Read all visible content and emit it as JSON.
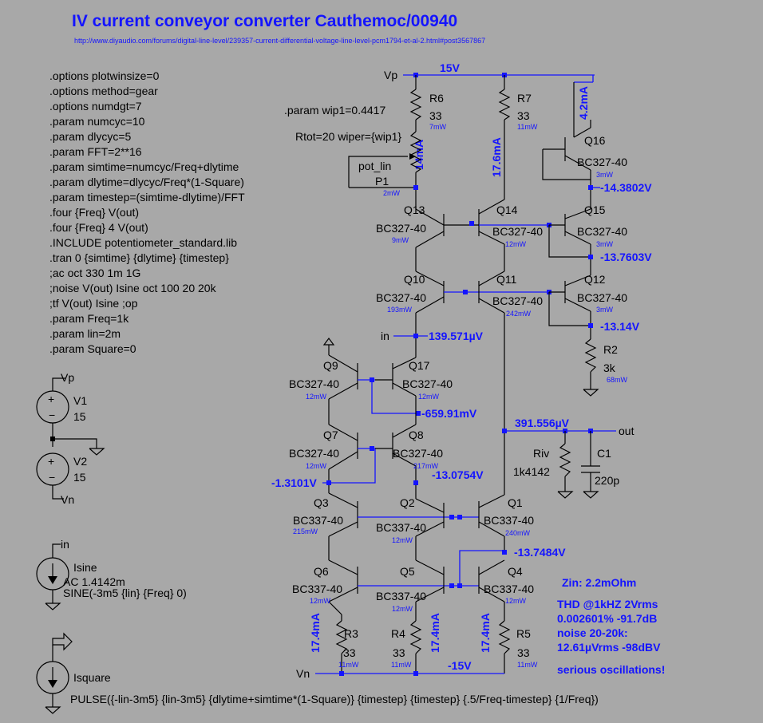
{
  "title": "IV current conveyor converter Cauthemoc/00940",
  "url": "http://www.diyaudio.com/forums/digital-line-level/239357-current-differential-voltage-line-level-pcm1794-et-al-2.html#post3567867",
  "directives": [
    ".options plotwinsize=0",
    ".options method=gear",
    ".options numdgt=7",
    ".param numcyc=10",
    ".param dlycyc=5",
    ".param FFT=2**16",
    ".param simtime=numcyc/Freq+dlytime",
    ".param dlytime=dlycyc/Freq*(1-Square)",
    ".param timestep=(simtime-dlytime)/FFT",
    ".four {Freq} V(out)",
    ".four {Freq} 4 V(out)",
    ".INCLUDE potentiometer_standard.lib",
    ".tran 0 {simtime} {dlytime} {timestep}",
    ";ac oct 330 1m 1G",
    ";noise V(out) Isine oct 100 20 20k",
    ";tf V(out) Isine                           ;op",
    ".param Freq=1k",
    ".param lin=2m",
    ".param Square=0"
  ],
  "pot_params": {
    "line1": ".param wip1=0.4417",
    "line2": "Rtot=20 wiper={wip1}",
    "name": "P1",
    "model": "pot_lin",
    "power": "2mW"
  },
  "nets": {
    "vp": "Vp",
    "vn": "Vn",
    "in": "in",
    "out": "out"
  },
  "rail_voltages": {
    "pos": "15V",
    "neg": "-15V"
  },
  "sources": {
    "v1": {
      "name": "V1",
      "value": "15"
    },
    "v2": {
      "name": "V2",
      "value": "15"
    },
    "isine": {
      "name": "Isine",
      "ac": "AC 1.4142m",
      "sine": "SINE(-3m5 {lin} {Freq} 0)"
    },
    "isquare": {
      "name": "Isquare",
      "pulse": "PULSE({-lin-3m5} {lin-3m5} {dlytime+simtime*(1-Square)} {timestep} {timestep} {.5/Freq-timestep} {1/Freq})"
    }
  },
  "transistors": [
    {
      "id": "q16",
      "name": "Q16",
      "model": "BC327-40",
      "power": "3mW"
    },
    {
      "id": "q13",
      "name": "Q13",
      "model": "BC327-40",
      "power": "9mW"
    },
    {
      "id": "q14",
      "name": "Q14",
      "model": "BC327-40",
      "power": "12mW"
    },
    {
      "id": "q15",
      "name": "Q15",
      "model": "BC327-40",
      "power": "3mW"
    },
    {
      "id": "q10",
      "name": "Q10",
      "model": "BC327-40",
      "power": "193mW"
    },
    {
      "id": "q11",
      "name": "Q11",
      "model": "BC327-40",
      "power": "242mW"
    },
    {
      "id": "q12",
      "name": "Q12",
      "model": "BC327-40",
      "power": "3mW"
    },
    {
      "id": "q9",
      "name": "Q9",
      "model": "BC327-40",
      "power": "12mW"
    },
    {
      "id": "q17",
      "name": "Q17",
      "model": "BC327-40",
      "power": "12mW"
    },
    {
      "id": "q7",
      "name": "Q7",
      "model": "BC327-40",
      "power": "12mW"
    },
    {
      "id": "q8",
      "name": "Q8",
      "model": "BC327-40",
      "power": "217mW"
    },
    {
      "id": "q3",
      "name": "Q3",
      "model": "BC337-40",
      "power": "215mW"
    },
    {
      "id": "q2",
      "name": "Q2",
      "model": "BC337-40",
      "power": "12mW"
    },
    {
      "id": "q1",
      "name": "Q1",
      "model": "BC337-40",
      "power": "240mW"
    },
    {
      "id": "q6",
      "name": "Q6",
      "model": "BC337-40",
      "power": "12mW"
    },
    {
      "id": "q5",
      "name": "Q5",
      "model": "BC337-40",
      "power": "12mW"
    },
    {
      "id": "q4",
      "name": "Q4",
      "model": "BC337-40",
      "power": "12mW"
    }
  ],
  "resistors": [
    {
      "id": "r6",
      "name": "R6",
      "value": "33",
      "power": "7mW"
    },
    {
      "id": "r7",
      "name": "R7",
      "value": "33",
      "power": "11mW"
    },
    {
      "id": "r2",
      "name": "R2",
      "value": "3k",
      "power": "68mW"
    },
    {
      "id": "riv",
      "name": "Riv",
      "value": "1k4142",
      "power": ""
    },
    {
      "id": "r3",
      "name": "R3",
      "value": "33",
      "power": "11mW"
    },
    {
      "id": "r4",
      "name": "R4",
      "value": "33",
      "power": "11mW"
    },
    {
      "id": "r5",
      "name": "R5",
      "value": "33",
      "power": "11mW"
    }
  ],
  "capacitor": {
    "name": "C1",
    "value": "220p"
  },
  "currents": {
    "r6": "14mA",
    "r7": "17.6mA",
    "q16": "4.2mA",
    "r3": "17.4mA",
    "r4": "17.4mA",
    "r5": "17.4mA"
  },
  "node_voltages": {
    "q16": "-14.3802V",
    "q15": "-13.7603V",
    "q12": "-13.14V",
    "in": "139.571µV",
    "q17": "-659.91mV",
    "out": "391.556µV",
    "q7": "-1.3101V",
    "q8": "-13.0754V",
    "q4": "-13.7484V"
  },
  "notes": [
    "Zin: 2.2mOhm",
    "THD @1kHZ 2Vrms",
    "0.002601%  -91.7dB",
    "noise 20-20k:",
    "12.61µVrms -98dBV",
    "serious oscillations!"
  ]
}
